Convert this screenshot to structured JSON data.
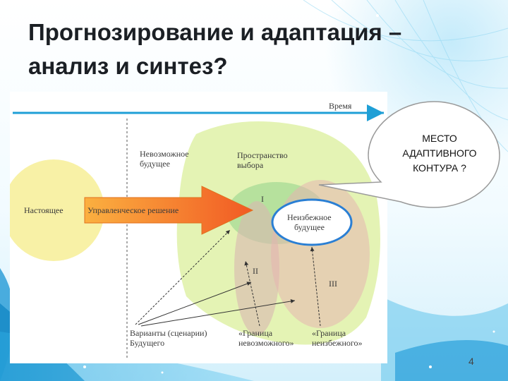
{
  "slide": {
    "title_line1": "Прогнозирование и адаптация –",
    "title_line2": "анализ и синтез?",
    "page_number": "4"
  },
  "diagram": {
    "time_label": "Время",
    "present_label": "Настоящее",
    "decision_label": "Управленческое решение",
    "impossible_future_line1": "Невозможное",
    "impossible_future_line2": "будущее",
    "choice_space_line1": "Пространство",
    "choice_space_line2": "выбора",
    "inevitable_future_line1": "Неизбежное",
    "inevitable_future_line2": "будущее",
    "region_I": "I",
    "region_II": "II",
    "region_III": "III",
    "scenarios_line1": "Варианты (сценарии)",
    "scenarios_line2": "Будущего",
    "impossible_border_line1": "«Граница",
    "impossible_border_line2": "невозможного»",
    "inevitable_border_line1": "«Граница",
    "inevitable_border_line2": "неизбежного»"
  },
  "callout": {
    "line1": "МЕСТО",
    "line2": "АДАПТИВНОГО",
    "line3": "КОНТУРА ?"
  },
  "colors": {
    "accent_blue": "#1f9fd6",
    "arrow_orange": "#f58220",
    "present_yellow": "#f8f1a6",
    "choice_green": "#e3f2b0",
    "inevitable_border": "#2a7fd4"
  }
}
